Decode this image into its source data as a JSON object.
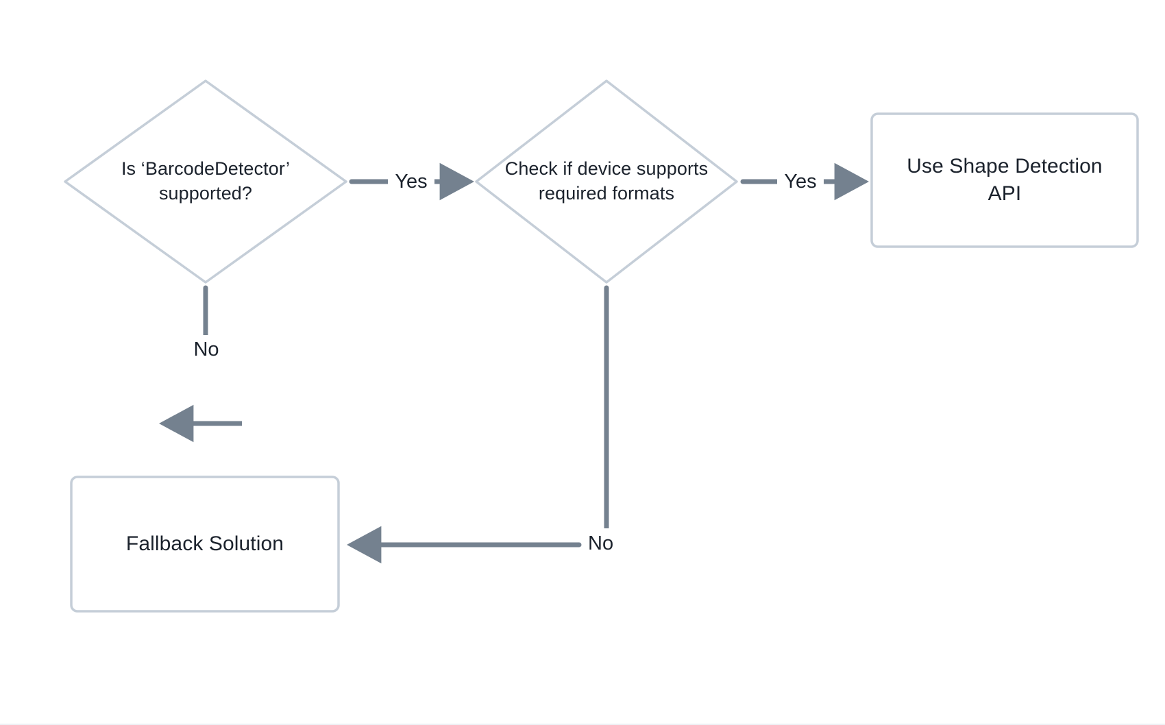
{
  "diagram": {
    "type": "flowchart",
    "direction": "left-to-right",
    "background_color": "#ffffff",
    "shape_border_color": "#c5ced8",
    "shape_fill_color": "#ffffff",
    "connector_color": "#74818f",
    "text_color": "#1b222c",
    "nodes": [
      {
        "id": "barcode-detector-check",
        "shape": "diamond",
        "lines": [
          "Is ‘BarcodeDetector’",
          "supported?"
        ],
        "text": "Is ‘BarcodeDetector’ supported?"
      },
      {
        "id": "format-support-check",
        "shape": "diamond",
        "lines": [
          "Check if device supports",
          "required formats"
        ],
        "text": "Check if device supports required formats"
      },
      {
        "id": "use-shape-detection-api",
        "shape": "rectangle",
        "lines": [
          "Use Shape Detection",
          "API"
        ],
        "text": "Use Shape Detection API"
      },
      {
        "id": "fallback-solution",
        "shape": "rectangle",
        "lines": [
          "Fallback Solution"
        ],
        "text": "Fallback Solution"
      }
    ],
    "edges": [
      {
        "id": "edge-barcode-yes",
        "from": "barcode-detector-check",
        "to": "format-support-check",
        "label": "Yes"
      },
      {
        "id": "edge-barcode-no",
        "from": "barcode-detector-check",
        "to": "fallback-solution",
        "label": "No"
      },
      {
        "id": "edge-format-yes",
        "from": "format-support-check",
        "to": "use-shape-detection-api",
        "label": "Yes"
      },
      {
        "id": "edge-format-no",
        "from": "format-support-check",
        "to": "fallback-solution",
        "label": "No"
      }
    ]
  }
}
